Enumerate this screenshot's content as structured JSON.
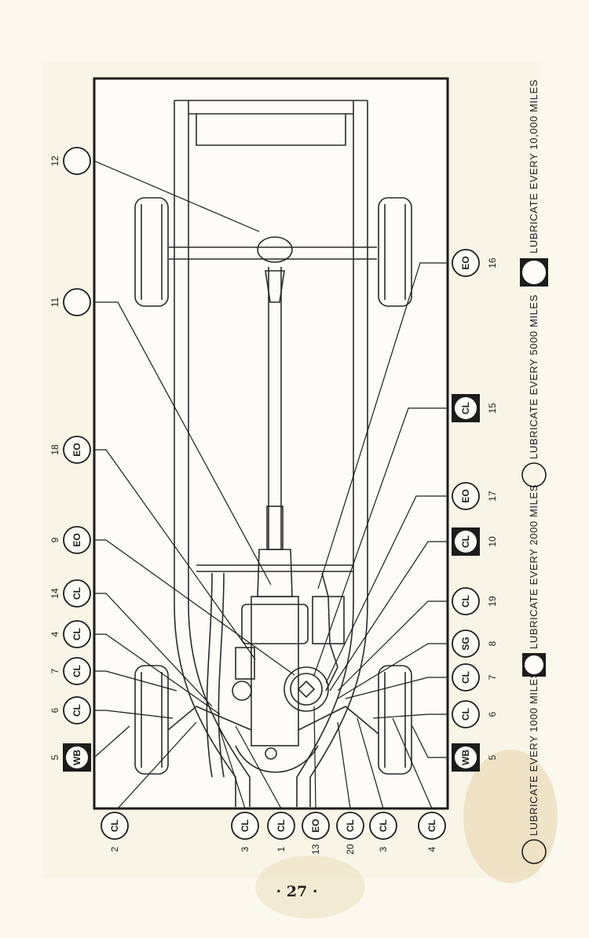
{
  "page_number": "· 27 ·",
  "legend": [
    {
      "symbol": "circle",
      "text": "LUBRICATE EVERY 1000 MILES"
    },
    {
      "symbol": "circle-in-square",
      "text": "LUBRICATE EVERY 2000 MILES"
    },
    {
      "symbol": "circle",
      "text": "LUBRICATE EVERY 5000 MILES"
    },
    {
      "symbol": "filled-square",
      "text": "LUBRICATE EVERY 10,000 MILES"
    }
  ],
  "top_callouts": [
    {
      "num": "5",
      "code": "WB",
      "kind": "square"
    },
    {
      "num": "6",
      "code": "CL",
      "kind": "circle"
    },
    {
      "num": "7",
      "code": "CL",
      "kind": "circle"
    },
    {
      "num": "4",
      "code": "CL",
      "kind": "circle"
    },
    {
      "num": "14",
      "code": "CL",
      "kind": "circle"
    },
    {
      "num": "9",
      "code": "EO",
      "kind": "circle"
    },
    {
      "num": "18",
      "code": "EO",
      "kind": "circle"
    },
    {
      "num": "11",
      "code": "",
      "kind": "circle"
    },
    {
      "num": "12",
      "code": "",
      "kind": "circle"
    }
  ],
  "bottom_callouts": [
    {
      "num": "5",
      "code": "WB",
      "kind": "square"
    },
    {
      "num": "6",
      "code": "CL",
      "kind": "circle"
    },
    {
      "num": "7",
      "code": "CL",
      "kind": "circle"
    },
    {
      "num": "8",
      "code": "SG",
      "kind": "circle"
    },
    {
      "num": "19",
      "code": "CL",
      "kind": "circle"
    },
    {
      "num": "10",
      "code": "CL",
      "kind": "square"
    },
    {
      "num": "17",
      "code": "EO",
      "kind": "circle"
    },
    {
      "num": "15",
      "code": "CL",
      "kind": "square"
    },
    {
      "num": "16",
      "code": "EO",
      "kind": "circle"
    }
  ],
  "left_callouts": [
    {
      "num": "2",
      "code": "CL",
      "kind": "circle"
    },
    {
      "num": "3",
      "code": "CL",
      "kind": "circle"
    },
    {
      "num": "1",
      "code": "CL",
      "kind": "circle"
    },
    {
      "num": "13",
      "code": "EO",
      "kind": "circle"
    },
    {
      "num": "20",
      "code": "CL",
      "kind": "circle"
    },
    {
      "num": "3",
      "code": "CL",
      "kind": "circle"
    },
    {
      "num": "4",
      "code": "CL",
      "kind": "circle"
    }
  ]
}
